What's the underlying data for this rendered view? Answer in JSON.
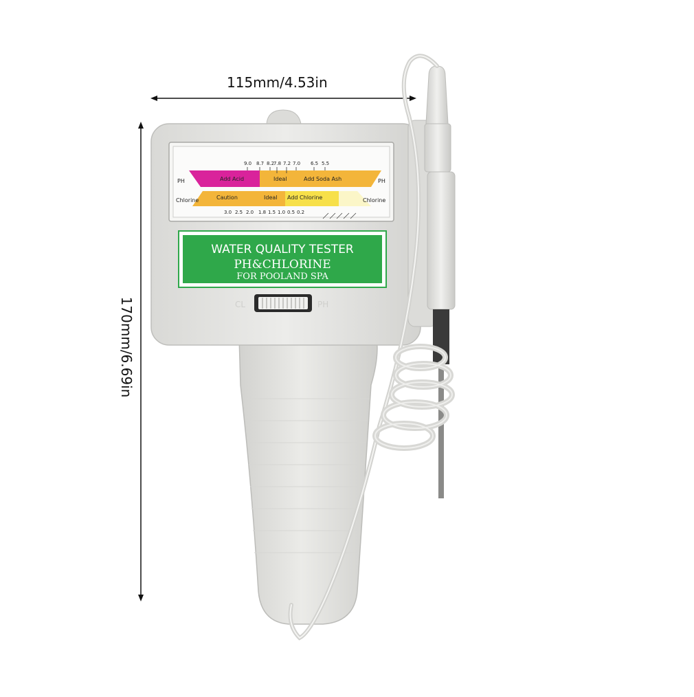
{
  "dimensions": {
    "width_label": "115mm/4.53in",
    "height_label": "170mm/6.69in"
  },
  "gauge": {
    "ph_label_left": "PH",
    "ph_label_right": "PH",
    "chlorine_label_left": "Chlorine",
    "chlorine_label_right": "Chlorine",
    "ph_ticks": [
      "9.0",
      "8.7",
      "8.2",
      "7.8",
      "7.2",
      "7.0",
      "6.5",
      "5.5"
    ],
    "ph_add_acid": "Add  Acid",
    "ph_ideal": "Ideal",
    "ph_add_soda_ash": "Add  Soda  Ash",
    "cl_caution": "Caution",
    "cl_ideal": "Ideal",
    "cl_add_chlorine": "Add Chlorine",
    "cl_ticks": [
      "3.0",
      "2.5",
      "2.0",
      "1.8",
      "1.5",
      "1.0",
      "0.5",
      "0.2"
    ]
  },
  "label_panel": {
    "line1": "WATER QUALITY TESTER",
    "line2": "PH&CHLORINE",
    "line3": "FOR POOLAND SPA"
  },
  "dial": {
    "left_mark": "CL",
    "right_mark": "PH"
  },
  "colors": {
    "body": "#e6e6e3",
    "label_green": "#2fa84a",
    "ph_magenta": "#d9239b",
    "ph_yellow": "#f3b53a",
    "cl_yellow": "#f7e04a"
  }
}
